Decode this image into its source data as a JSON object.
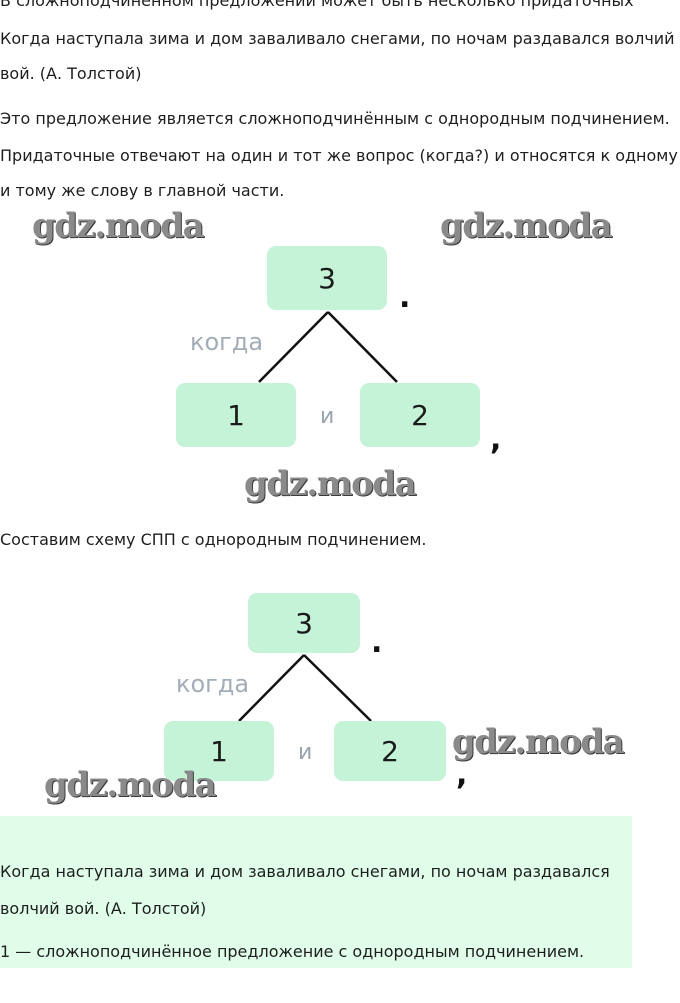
{
  "intro_cutoff": "В сложноподчинённом предложении может быть несколько придаточных",
  "example_line1": "Когда наступала зима и дом заваливало снегами, по ночам раздавался волчий",
  "example_line2": "вой. (А. Толстой)",
  "explain_line1": "Это предложение является сложноподчинённым с однородным подчинением.",
  "explain_line2": "Придаточные отвечают на один и тот же вопрос (когда?) и относятся к одному",
  "explain_line3": "и тому же слову в главной части.",
  "diagram": {
    "main_clause": "3",
    "question": "когда",
    "sub_clause_1": "1",
    "conjunction": "и",
    "sub_clause_2": "2",
    "end_period": ".",
    "end_comma": ","
  },
  "schema_caption": "Составим схему СПП с однородным подчинением.",
  "answer_line1": "Когда наступала зима и дом заваливало снегами, по ночам раздавался",
  "answer_line2": "волчий вой. (А. Толстой)",
  "answer_line3": "1 — сложноподчинённое предложение с однородным подчинением.",
  "watermark": "gdz.moda"
}
